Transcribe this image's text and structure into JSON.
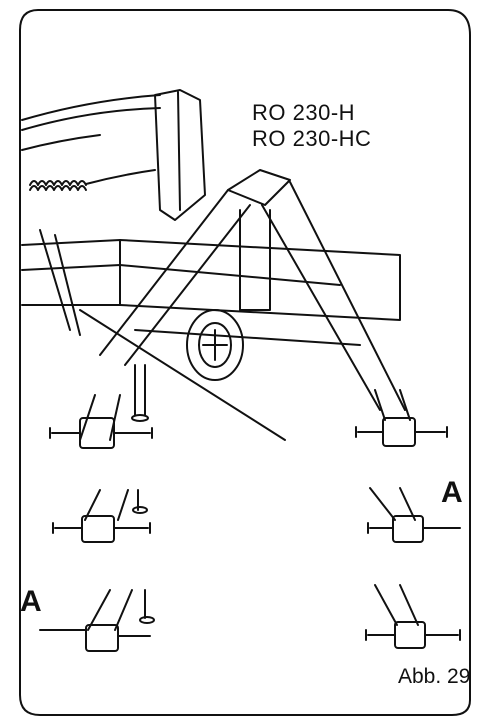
{
  "page": {
    "models": [
      "RO 230-H",
      "RO 230-HC"
    ],
    "callouts": [
      "A",
      "A"
    ],
    "figure_label": "Abb. 29"
  },
  "colors": {
    "ink": "#111111",
    "paper": "#ffffff"
  }
}
